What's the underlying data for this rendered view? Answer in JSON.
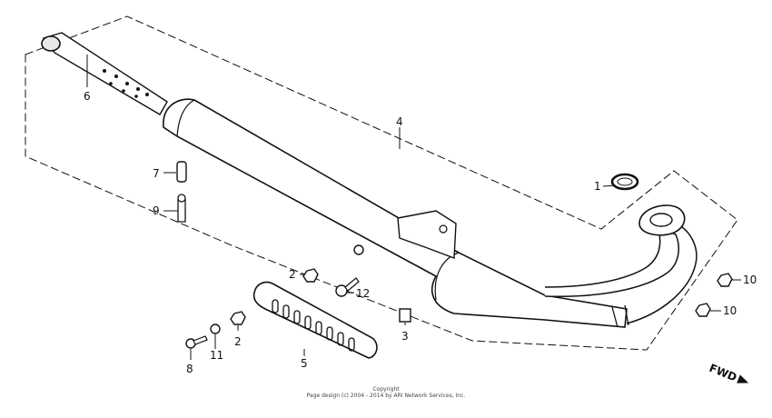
{
  "callouts": [
    {
      "id": "c1",
      "label": "1"
    },
    {
      "id": "c2a",
      "label": "2"
    },
    {
      "id": "c2b",
      "label": "2"
    },
    {
      "id": "c3",
      "label": "3"
    },
    {
      "id": "c4",
      "label": "4"
    },
    {
      "id": "c5",
      "label": "5"
    },
    {
      "id": "c6",
      "label": "6"
    },
    {
      "id": "c7",
      "label": "7"
    },
    {
      "id": "c8",
      "label": "8"
    },
    {
      "id": "c9",
      "label": "9"
    },
    {
      "id": "c10a",
      "label": "10"
    },
    {
      "id": "c10b",
      "label": "10"
    },
    {
      "id": "c11",
      "label": "11"
    },
    {
      "id": "c12",
      "label": "12"
    }
  ],
  "direction_label": "FWD",
  "copyright_line1": "Copyright",
  "copyright_line2": "Page design (c) 2004 - 2014 by ARI Network Services, Inc."
}
